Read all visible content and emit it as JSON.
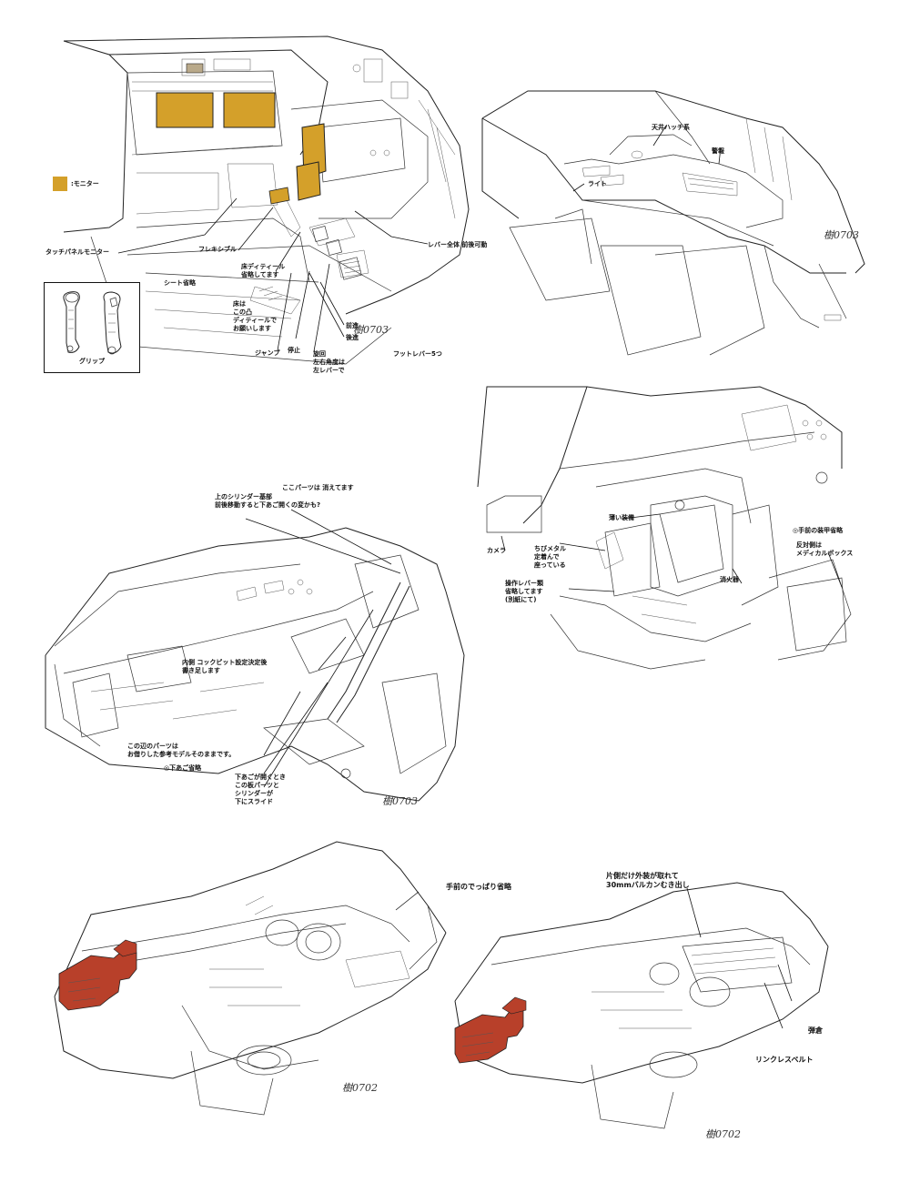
{
  "colors": {
    "monitor": "#D4A02A",
    "armor": "#B8402A",
    "line": "#222222"
  },
  "panel1": {
    "legend": ":モニター",
    "labels": {
      "touch_panel_monitor": "タッチパネルモニター",
      "flexible": "フレキシブル",
      "lever_all": "レバー全体 前後可動",
      "floor_detail_omit": "床ディティール\n省略してます",
      "seat_omit": "シート省略",
      "floor_note": "床は\nこの凸\nディティールで\nお願いします",
      "forward": "前進",
      "backward": "後進",
      "stop": "停止",
      "turn": "旋回\n左右角度は\n左レバーで",
      "jump": "ジャンプ",
      "foot_lever": "フットレバー5つ",
      "grip": "グリップ"
    }
  },
  "panel2": {
    "labels": {
      "hatch_top": "天井ハッチ系",
      "indicator": "警報",
      "light": "ライト"
    }
  },
  "panel3": {
    "labels": {
      "part_here": "ここパーツは 消えてます",
      "cylinder_note": "上のシリンダー基部\n前後移動すると下あご開くの変かも?",
      "inner_cockpit": "内側 コックピット設定決定後\n書き足します",
      "this_part": "この辺のパーツは\nお借りした参考モデルそのままです。",
      "lower_jaw": "◎下あご省略",
      "slide_note": "下あごが開くとき\nこの板パーツと\nシリンダーが\n下にスライド"
    }
  },
  "panel4": {
    "labels": {
      "camera": "カメラ",
      "chobi_metal": "ちびメタル\n定着んで\n座っている",
      "thin_seat": "薄い装備",
      "lever_omit": "操作レバー類\n省略してます\n(別紙にて)",
      "extinguisher": "消火器",
      "front_omit": "◎手前の装甲省略",
      "medical_box": "反対側は\nメディカルボックス"
    }
  },
  "panel5": {
    "labels": {
      "front_omit": "手前のでっぱり省略"
    }
  },
  "panel6": {
    "labels": {
      "one_side": "片側だけ外装が取れて\n30mmバルカンむき出し",
      "magazine": "弾倉",
      "linkless_belt": "リンクレスベルト"
    }
  }
}
